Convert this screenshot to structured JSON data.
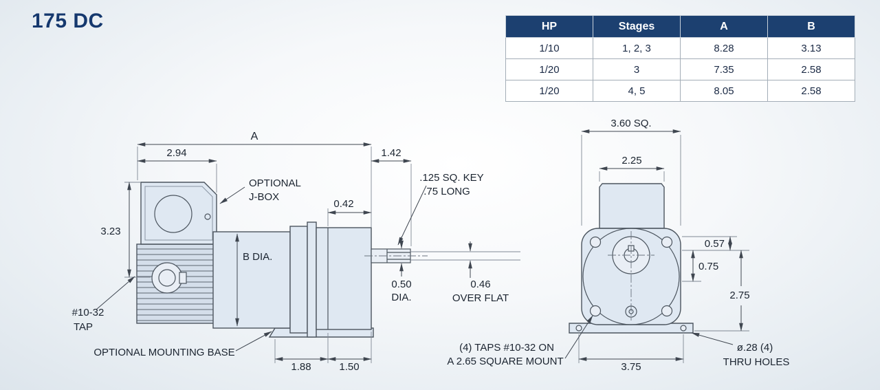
{
  "page": {
    "title": "175 DC"
  },
  "table": {
    "headers": [
      "HP",
      "Stages",
      "A",
      "B"
    ],
    "rows": [
      [
        "1/10",
        "1, 2, 3",
        "8.28",
        "3.13"
      ],
      [
        "1/20",
        "3",
        "7.35",
        "2.58"
      ],
      [
        "1/20",
        "4, 5",
        "8.05",
        "2.58"
      ]
    ]
  },
  "side": {
    "a": "A",
    "d294": "2.94",
    "d142": "1.42",
    "d042": "0.42",
    "d323": "3.23",
    "bdia": "B DIA.",
    "jbox1": "OPTIONAL",
    "jbox2": "J-BOX",
    "key1": ".125 SQ. KEY",
    "key2": ".75 LONG",
    "d050a": "0.50",
    "d050b": "DIA.",
    "d046a": "0.46",
    "d046b": "OVER FLAT",
    "tap1": "#10-32",
    "tap2": "TAP",
    "base": "OPTIONAL MOUNTING BASE",
    "d188": "1.88",
    "d150": "1.50"
  },
  "front": {
    "d360": "3.60 SQ.",
    "d225": "2.25",
    "d057": "0.57",
    "d075": "0.75",
    "d275": "2.75",
    "d375": "3.75",
    "taps1": "(4) TAPS #10-32 ON",
    "taps2": "A 2.65 SQUARE MOUNT",
    "holes1": "ø.28 (4)",
    "holes2": "THRU HOLES"
  }
}
